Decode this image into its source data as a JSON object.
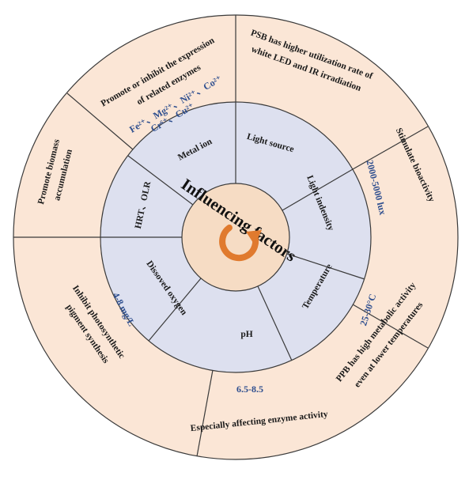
{
  "center": {
    "title": "Influencing factors"
  },
  "colors": {
    "outer_ring": "#fbe6d6",
    "inner_ring": "#dde0ef",
    "center": "#f6dcc4",
    "arrow": "#e07a2e",
    "stroke": "#3a3a3a",
    "blue_text": "#2f4f8f"
  },
  "factors": [
    {
      "name": "Light source"
    },
    {
      "name": "Light indensity"
    },
    {
      "name": "Temperature"
    },
    {
      "name": "pH"
    },
    {
      "name": "Dissoved oxygen"
    },
    {
      "name": "HRT、OLR"
    },
    {
      "name": "Metal ion"
    }
  ],
  "effects": {
    "light_source": {
      "line1": "PSB has higher utilization rate of",
      "line2": "white LED and IR irradiation"
    },
    "light_intensity": {
      "value": "2000-5000 lux",
      "text": "Stimulate bioactivity"
    },
    "temperature": {
      "value": "25-30°C",
      "line1": "PPB has high metabolic activity",
      "line2": "even at lower temperatures"
    },
    "ph": {
      "value": "6.5-8.5",
      "text": "Especially affecting enzyme activity"
    },
    "dissolved_oxygen": {
      "value": "4-8 mg/L",
      "line1": "Inhibit photosynthetic",
      "line2": "pigment synthesis"
    },
    "hrt_olr": {
      "line1": "Promote biomass",
      "line2": "accumulation"
    },
    "metal_ion": {
      "line1": "Promote or inhibit the expression",
      "line2": "of related enzymes",
      "ions1": "Fe²⁺、Mg²⁺、Ni²⁺、Co²⁺",
      "ions2": "Cr⁶⁺、Cu²⁺"
    }
  }
}
